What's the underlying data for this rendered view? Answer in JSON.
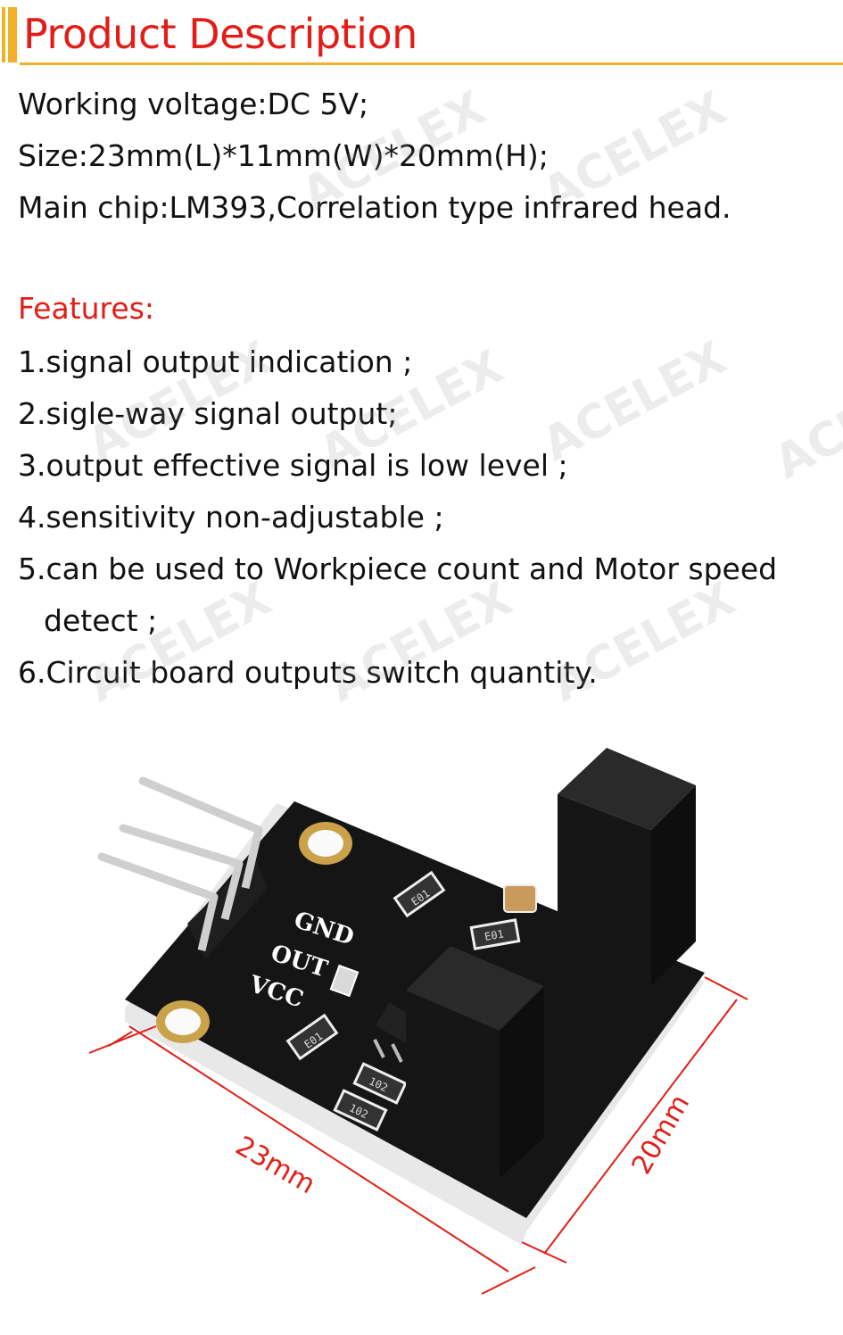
{
  "header": {
    "title": "Product Description"
  },
  "specs": [
    "Working voltage:DC 5V;",
    "Size:23mm(L)*11mm(W)*20mm(H);",
    "Main chip:LM393,Correlation type infrared head."
  ],
  "features": {
    "title": "Features:",
    "items": [
      "1.signal output indication ;",
      "2.sigle-way signal output;",
      "3.output effective signal is low level ;",
      "4.sensitivity non-adjustable ;",
      "5.can be used to Workpiece count and Motor speed",
      "detect ;",
      "6.Circuit board outputs switch quantity."
    ]
  },
  "watermark": "ACELEX",
  "photo": {
    "pin_labels": [
      "GND",
      "OUT",
      "VCC"
    ],
    "resistor_codes": [
      "E01",
      "E01",
      "E01",
      "102",
      "102"
    ],
    "dim_length": "23mm",
    "dim_height": "20mm",
    "dim_color": "#e21d17"
  }
}
